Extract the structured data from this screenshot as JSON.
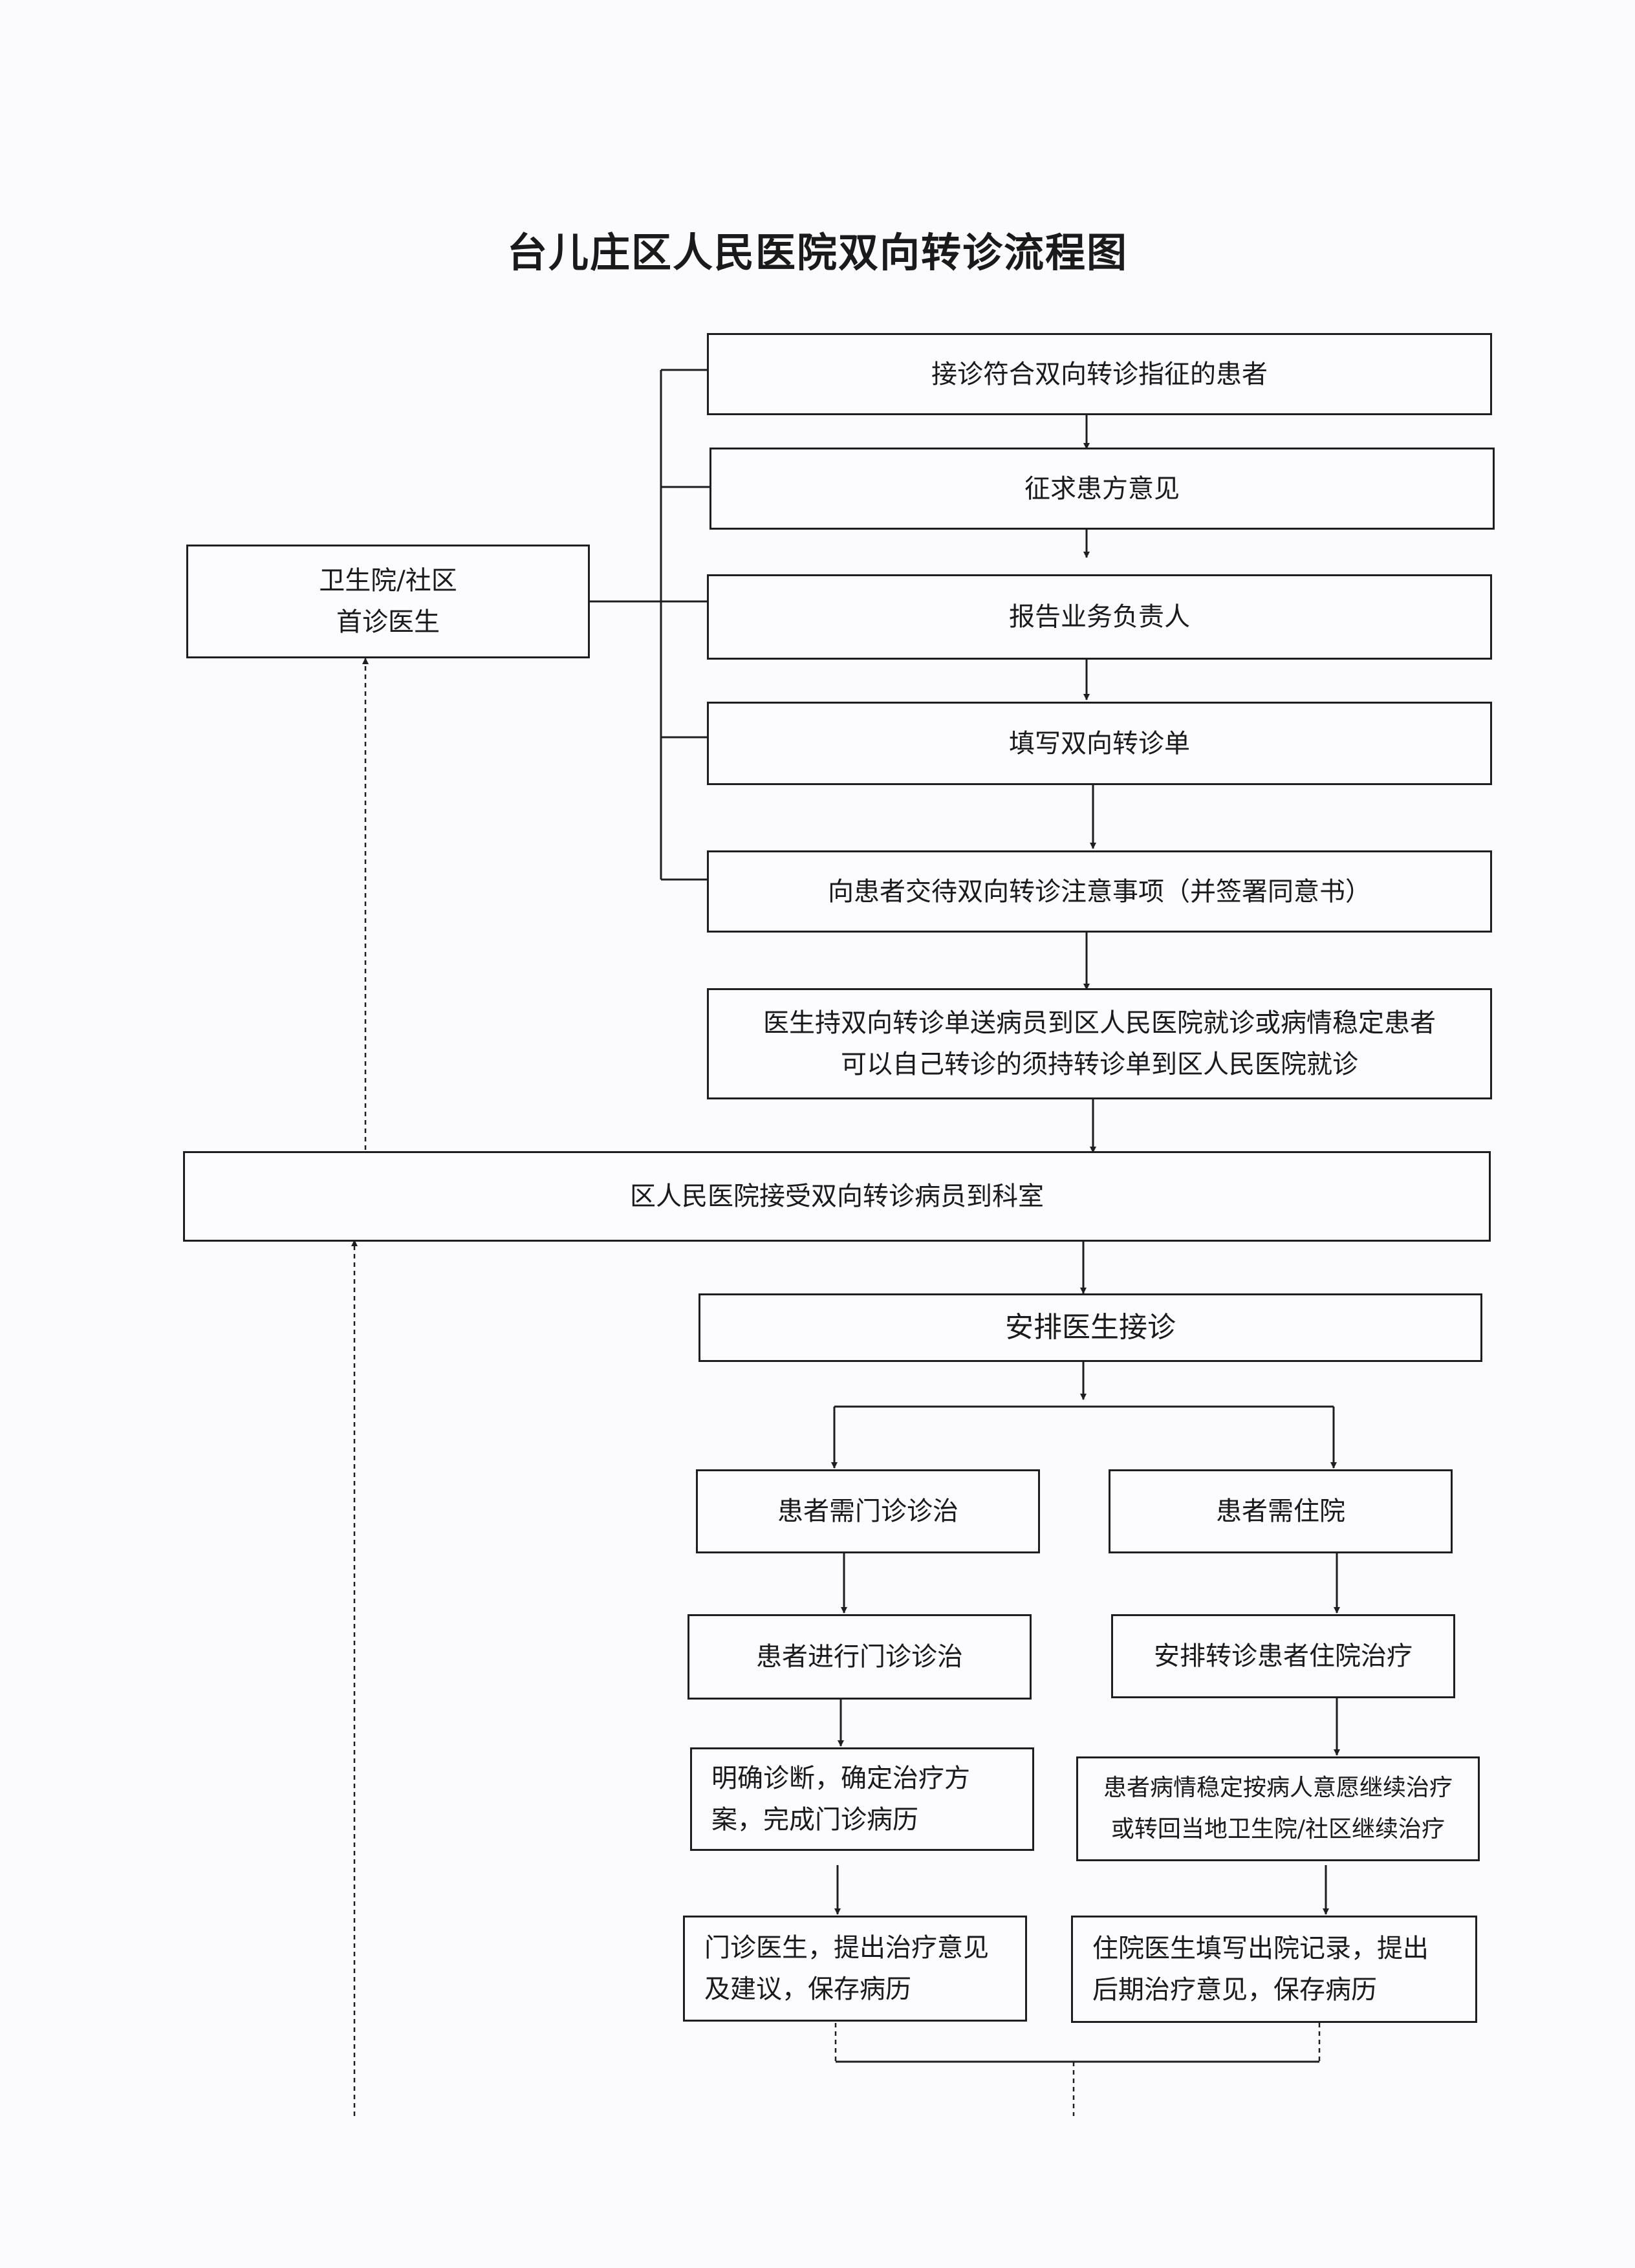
{
  "title": "台儿庄区人民医院双向转诊流程图",
  "nodes": {
    "first_doctor": {
      "line1": "卫生院/社区",
      "line2": "首诊医生"
    },
    "step1": "接诊符合双向转诊指征的患者",
    "step2": "征求患方意见",
    "step3": "报告业务负责人",
    "step4": "填写双向转诊单",
    "step5": "向患者交待双向转诊注意事项（并签署同意书）",
    "step6": {
      "line1": "医生持双向转诊单送病员到区人民医院就诊或病情稳定患者",
      "line2": "可以自己转诊的须持转诊单到区人民医院就诊"
    },
    "hospital_receive": "区人民医院接受双向转诊病员到科室",
    "arrange_doctor": "安排医生接诊",
    "outpatient": {
      "need": "患者需门诊诊治",
      "treat": "患者进行门诊诊治",
      "diagnose": {
        "line1": "明确诊断，确定治疗方",
        "line2": "案，完成门诊病历"
      },
      "advice": {
        "line1": "门诊医生，提出治疗意见",
        "line2": "及建议，保存病历"
      }
    },
    "inpatient": {
      "need": "患者需住院",
      "treat": "安排转诊患者住院治疗",
      "stable": {
        "line1": "患者病情稳定按病人意愿继续治疗",
        "line2": "或转回当地卫生院/社区继续治疗"
      },
      "discharge": {
        "line1": "住院医生填写出院记录，提出",
        "line2": "后期治疗意见，保存病历"
      }
    }
  }
}
